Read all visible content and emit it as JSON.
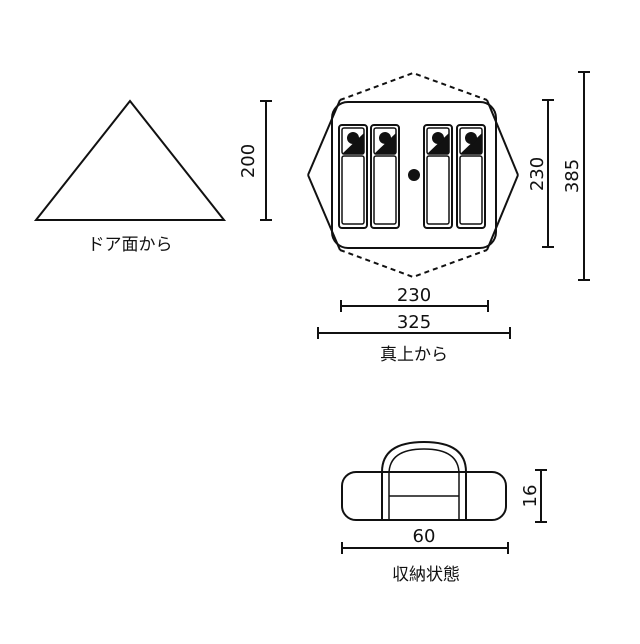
{
  "colors": {
    "line": "#111111",
    "fill": "#ffffff",
    "dot": "#111111"
  },
  "views": {
    "front": {
      "caption": "ドア面から",
      "height_label": "200"
    },
    "top": {
      "caption": "真上から",
      "inner_width_label": "230",
      "outer_width_label": "325",
      "inner_depth_label": "230",
      "outer_depth_label": "385",
      "sleeping_bag_count": 4
    },
    "storage": {
      "caption": "収納状態",
      "length_label": "60",
      "height_label": "16"
    }
  }
}
